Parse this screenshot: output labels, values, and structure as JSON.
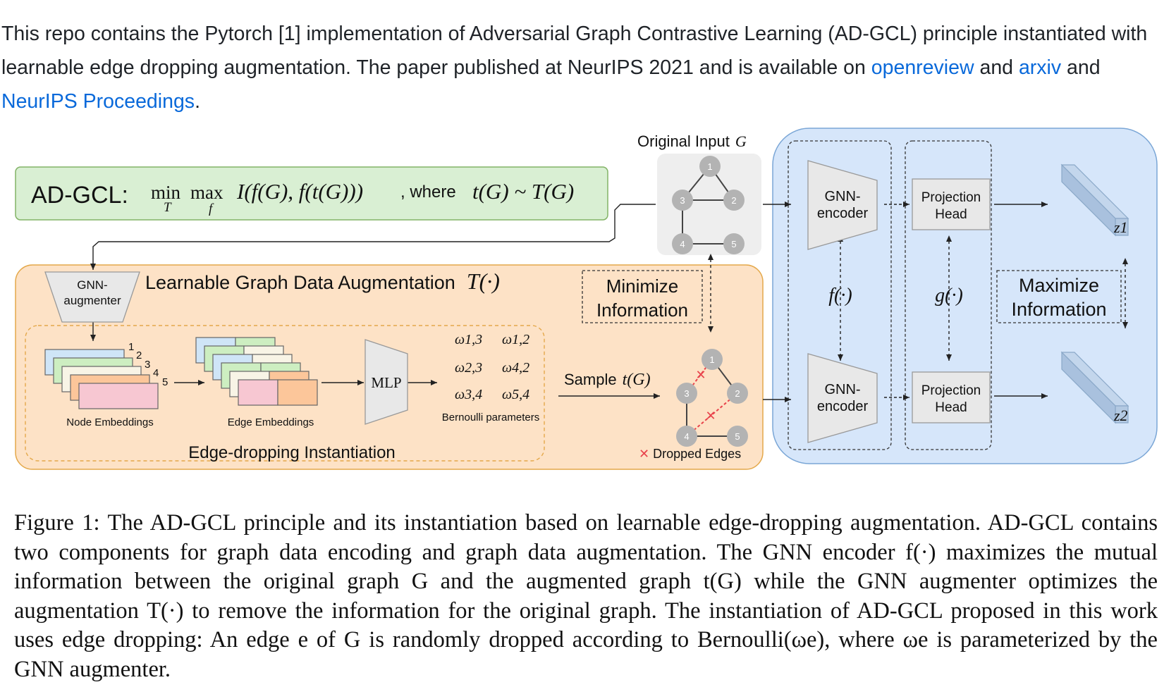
{
  "intro": {
    "text_1": "This repo contains the Pytorch [1] implementation of Adversarial Graph Contrastive Learning (AD-GCL) principle instantiated with learnable edge dropping augmentation. The paper published at NeurIPS 2021 and is available on ",
    "link_openreview": "openreview",
    "and_1": " and ",
    "link_arxiv": "arxiv",
    "and_2": " and ",
    "link_neurips": "NeurIPS Proceedings",
    "period": "."
  },
  "colors": {
    "link": "#0969da",
    "green_box_fill": "#d9efd3",
    "green_box_stroke": "#82b366",
    "orange_box_fill": "#fde2c6",
    "orange_box_stroke": "#e4a84a",
    "blue_box_fill": "#d6e6fa",
    "blue_box_stroke": "#7aa6d6",
    "dropped_edge": "#e8424b"
  },
  "figure": {
    "objective": {
      "prefix": "AD-GCL:",
      "min": "min",
      "min_sub": "T",
      "max": "max",
      "max_sub": "f",
      "expr": "I(f(G), f(t(G)))",
      "where": ", where",
      "cond": "t(G) ~ T(G)"
    },
    "original_input": {
      "label": "Original Input",
      "symbol": "G"
    },
    "graph_nodes": [
      "1",
      "2",
      "3",
      "4",
      "5"
    ],
    "augmentation": {
      "title": "Learnable Graph Data Augmentation",
      "symbol": "T(·)",
      "gnn_augmenter": [
        "GNN-",
        "augmenter"
      ],
      "instantiation_title": "Edge-dropping Instantiation",
      "node_embeddings": "Node Embeddings",
      "edge_embeddings": "Edge Embeddings",
      "stack_numbers": [
        "1",
        "2",
        "3",
        "4",
        "5"
      ],
      "mlp": "MLP",
      "omegas": [
        "ω1,3",
        "ω1,2",
        "ω2,3",
        "ω4,2",
        "ω3,4",
        "ω5,4"
      ],
      "bernoulli_label": "Bernoulli parameters",
      "sample_label": "Sample",
      "sample_symbol": "t(G)"
    },
    "minimize": [
      "Minimize",
      "Information"
    ],
    "dropped_edges": {
      "marker": "✕",
      "label": "Dropped Edges"
    },
    "encoder_panel": {
      "gnn_encoder": [
        "GNN-",
        "encoder"
      ],
      "projection_head": [
        "Projection",
        "Head"
      ],
      "f_symbol": "f(·)",
      "g_symbol": "g(·)",
      "maximize": [
        "Maximize",
        "Information"
      ],
      "z1": "z1",
      "z2": "z2"
    }
  },
  "caption": {
    "figure_label": "Figure 1:",
    "text": "The AD-GCL principle and its instantiation based on learnable edge-dropping augmentation. AD-GCL contains two components for graph data encoding and graph data augmentation. The GNN encoder f(·) maximizes the mutual information between the original graph G and the augmented graph t(G) while the GNN augmenter optimizes the augmentation T(·) to remove the information for the original graph. The instantiation of AD-GCL proposed in this work uses edge dropping: An edge e of G is randomly dropped according to Bernoulli(ωe), where ωe is parameterized by the GNN augmenter."
  }
}
